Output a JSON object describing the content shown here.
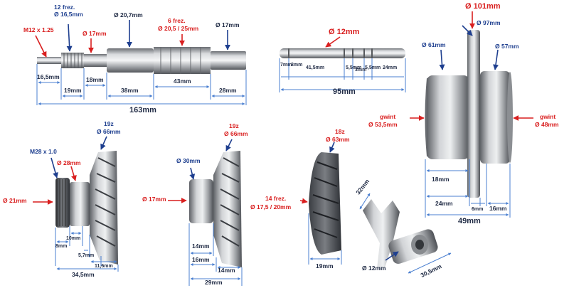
{
  "colors": {
    "red_arrow": "#d91f1f",
    "blue_arrow": "#1e3f8f",
    "dim_line": "#4a7fd0",
    "label": "#1f2a44"
  },
  "shaft": {
    "thread": "M12 x 1.25",
    "spline_label_1": "12 frez.",
    "spline_label_2": "Ø 16,5mm",
    "d17_left": "Ø 17mm",
    "d20_7": "Ø 20,7mm",
    "spline2_label_1": "6 frez.",
    "spline2_label_2": "Ø 20,5 / 25mm",
    "d17_right": "Ø 17mm",
    "len_16_5": "16,5mm",
    "len_19": "19mm",
    "len_18": "18mm",
    "len_38": "38mm",
    "len_43": "43mm",
    "len_28": "28mm",
    "total": "163mm"
  },
  "pin": {
    "diameter": "Ø 12mm",
    "len_7": "7mm",
    "len_3": "3mm",
    "len_41_5": "41,5mm",
    "len_5_5a": "5,5mm",
    "len_3b": "3mm",
    "len_5_5b": "5,5mm",
    "len_24": "24mm",
    "total": "95mm"
  },
  "housing": {
    "d101": "Ø 101mm",
    "d97": "Ø 97mm",
    "d61": "Ø 61mm",
    "d57": "Ø 57mm",
    "gwint_left_1": "gwint",
    "gwint_left_2": "Ø 53,5mm",
    "gwint_right_1": "gwint",
    "gwint_right_2": "Ø 48mm",
    "len_18": "18mm",
    "len_24": "24mm",
    "len_6": "6mm",
    "len_16": "16mm",
    "len_49": "49mm"
  },
  "gear1": {
    "thread": "M28 x 1.0",
    "d28": "Ø 28mm",
    "teeth": "19z",
    "d66": "Ø 66mm",
    "d21": "Ø 21mm",
    "len_10": "10mm",
    "len_8": "8mm",
    "len_5_7": "5,7mm",
    "len_11_6": "11,6mm",
    "total": "34,5mm"
  },
  "gear2": {
    "d30": "Ø 30mm",
    "teeth": "19z",
    "d66": "Ø 66mm",
    "d17": "Ø 17mm",
    "len_14a": "14mm",
    "len_16": "16mm",
    "len_14b": "14mm",
    "total": "29mm"
  },
  "gear3": {
    "teeth": "18z",
    "d63": "Ø 63mm",
    "spline_1": "14 frez.",
    "spline_2": "Ø 17,5 / 20mm",
    "len_19": "19mm"
  },
  "fork": {
    "len_32": "32mm",
    "d12": "Ø 12mm",
    "len_30_5": "30,5mm"
  }
}
